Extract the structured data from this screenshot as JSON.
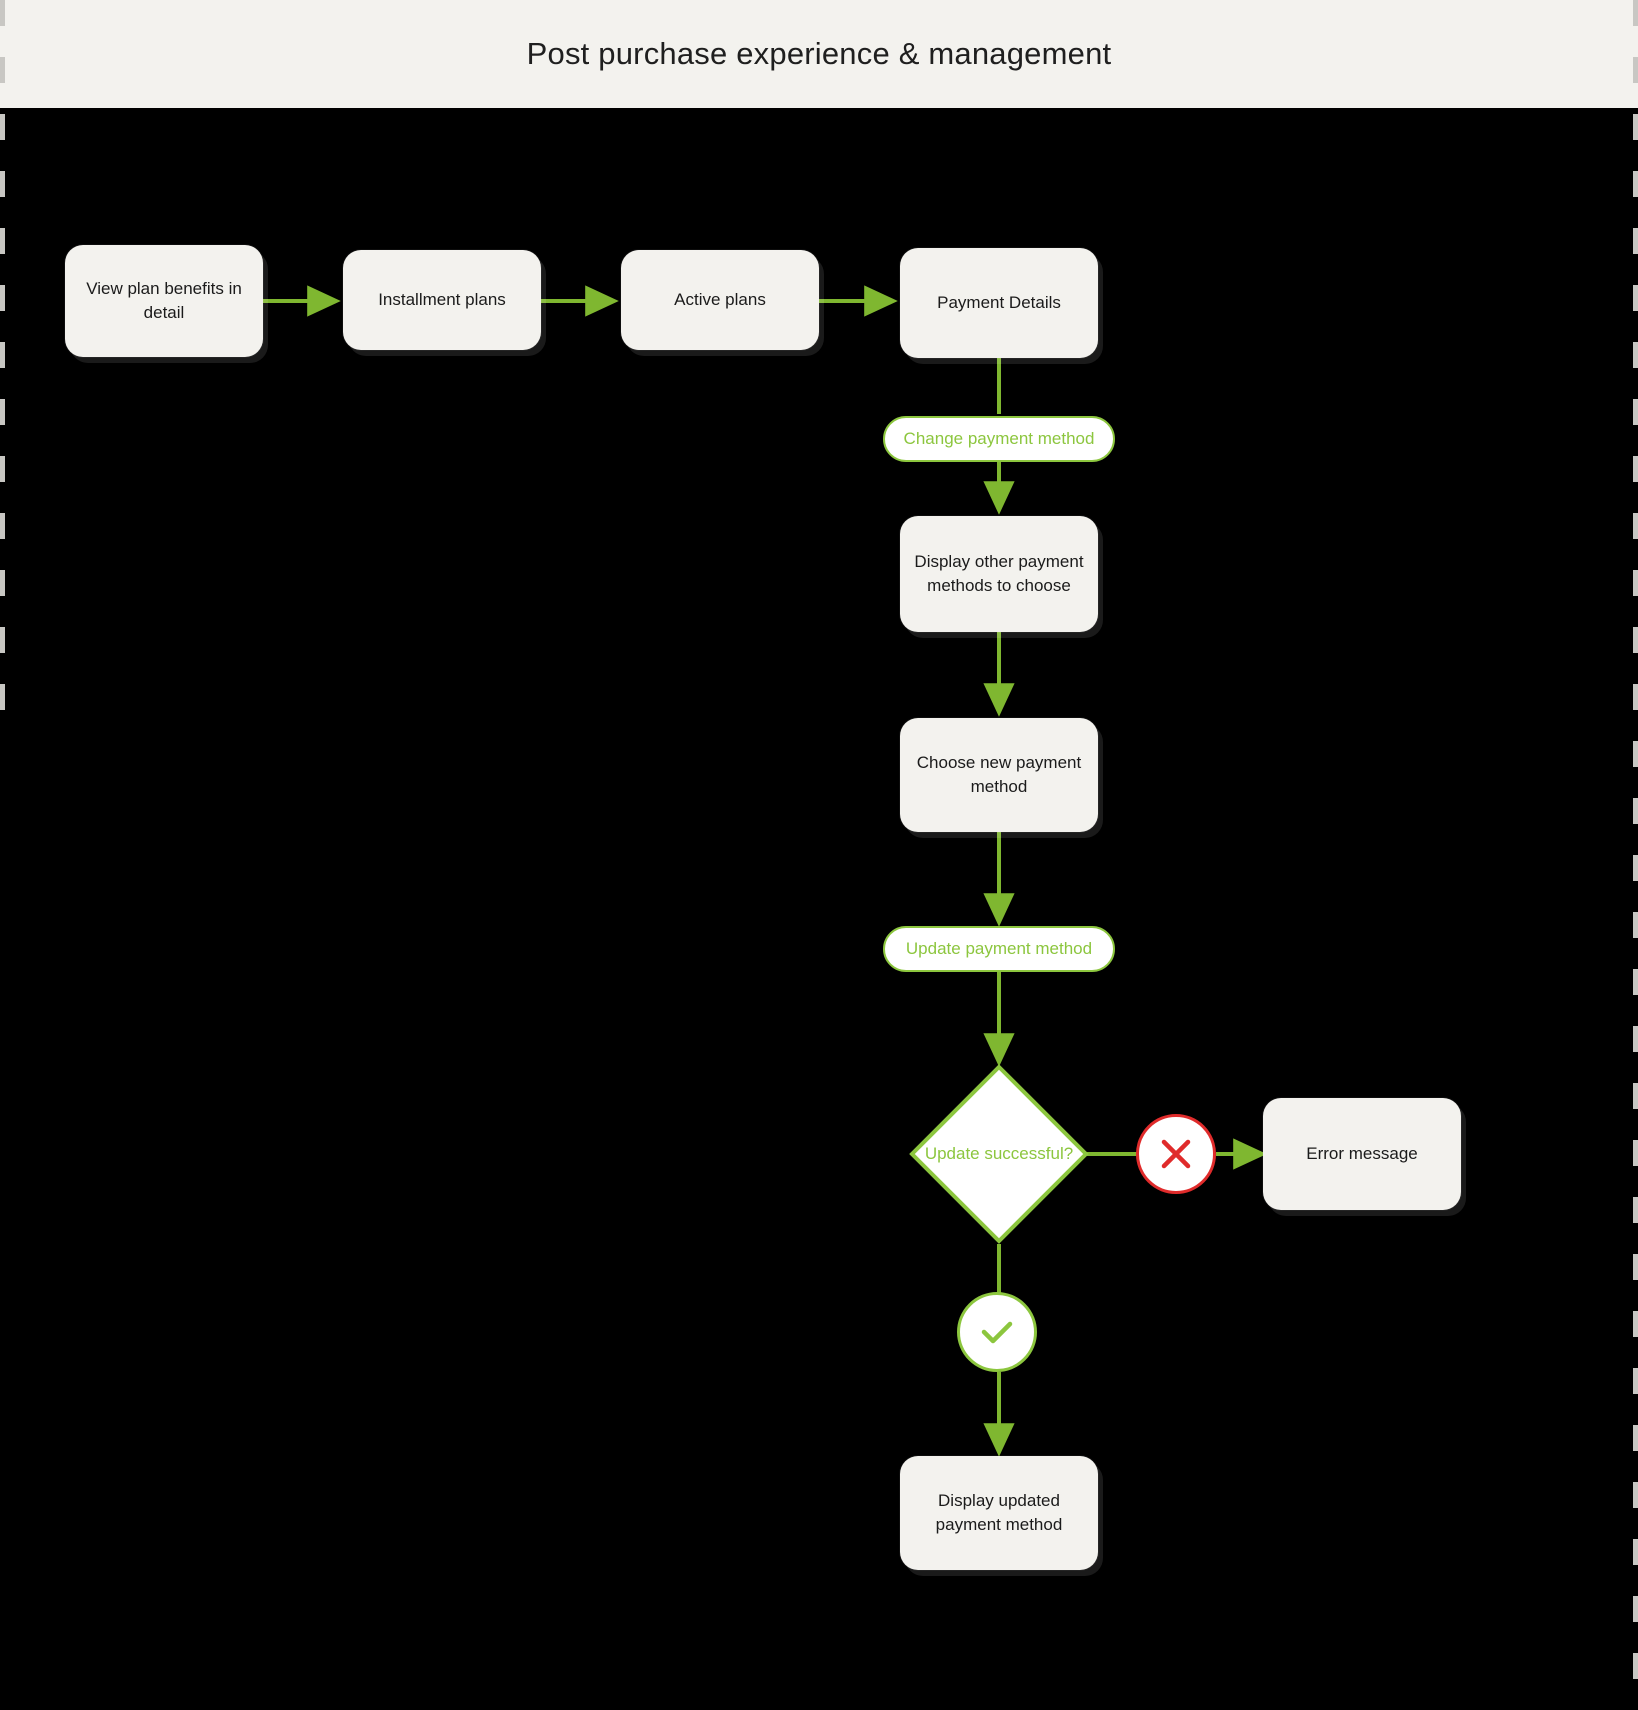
{
  "header": {
    "title": "Post purchase experience & management"
  },
  "theme": {
    "canvas_bg": "#000000",
    "header_bg": "#f3f2ee",
    "node_bg": "#f3f2ee",
    "accent_green": "#8cc63e",
    "error_red": "#e02b2b",
    "text_dark": "#1b1b1b",
    "guide_gray": "#c8c7c3"
  },
  "flow": {
    "nodes": [
      {
        "id": "view-plan-benefits",
        "type": "process",
        "label": "View plan benefits in detail"
      },
      {
        "id": "installment-plans",
        "type": "process",
        "label": "Installment plans"
      },
      {
        "id": "active-plans",
        "type": "process",
        "label": "Active plans"
      },
      {
        "id": "payment-details",
        "type": "process",
        "label": "Payment Details"
      },
      {
        "id": "change-payment-method",
        "type": "action",
        "label": "Change payment method"
      },
      {
        "id": "display-other-methods",
        "type": "process",
        "label": "Display other payment methods to choose"
      },
      {
        "id": "choose-new-method",
        "type": "process",
        "label": "Choose new payment method"
      },
      {
        "id": "update-payment-method",
        "type": "action",
        "label": "Update payment method"
      },
      {
        "id": "update-successful",
        "type": "decision",
        "label": "Update successful?"
      },
      {
        "id": "error-icon",
        "type": "status",
        "label": "error-x-icon"
      },
      {
        "id": "error-message",
        "type": "process",
        "label": "Error message"
      },
      {
        "id": "success-icon",
        "type": "status",
        "label": "success-check-icon"
      },
      {
        "id": "display-updated",
        "type": "process",
        "label": "Display updated payment method"
      }
    ]
  }
}
